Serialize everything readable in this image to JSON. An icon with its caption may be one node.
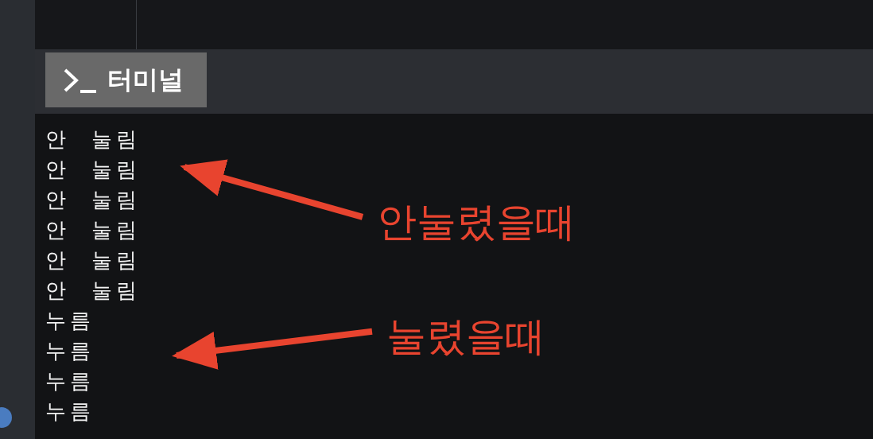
{
  "diagram": {
    "nodes": [
      {
        "text": [
          "안눌렸을때"
        ]
      },
      {
        "text": [
          "눌렸을때"
        ]
      }
    ],
    "edges": [
      {
        "from": 0,
        "to": null,
        "arrow": "to"
      },
      {
        "from": 1,
        "to": null,
        "arrow": "to"
      }
    ],
    "labels": [
      "터미널",
      "안 눌림",
      "안 눌림",
      "안 눌림",
      "안 눌림",
      "안 눌림",
      "안 눌림",
      "누름",
      "누름",
      "누름",
      "누름"
    ]
  }
}
